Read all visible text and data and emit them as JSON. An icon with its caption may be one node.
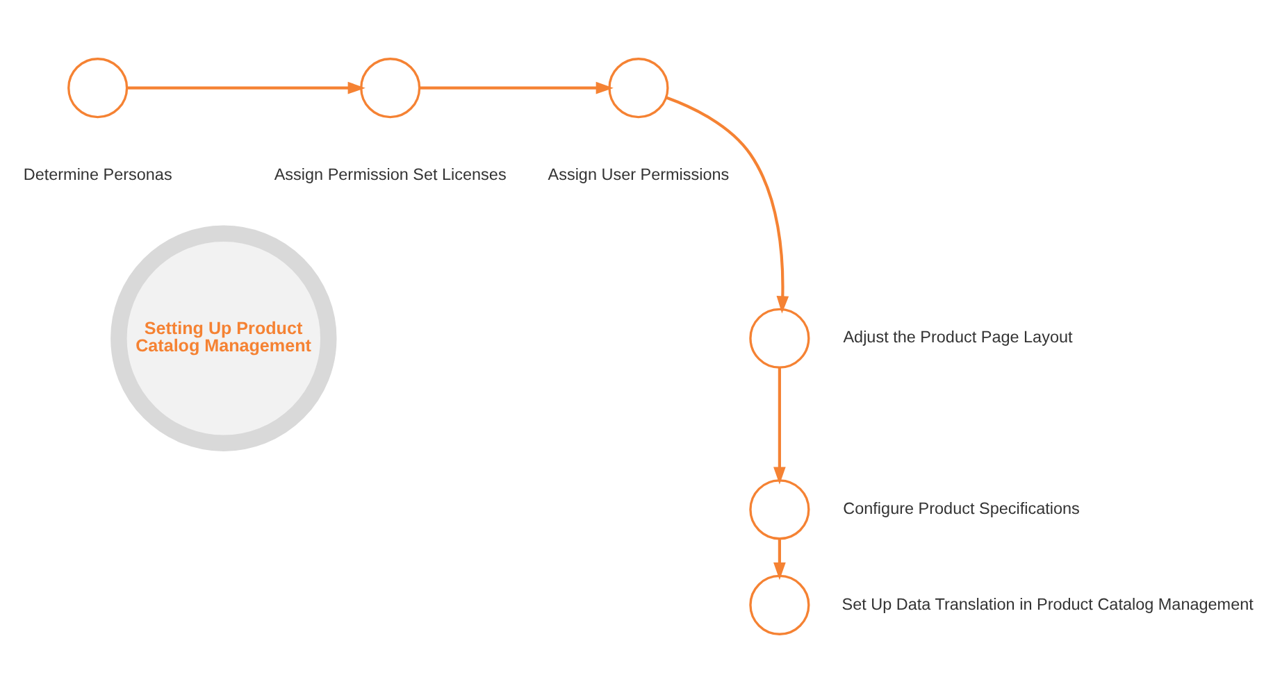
{
  "diagram": {
    "nodes": [
      {
        "text": [],
        "shape": "circle",
        "beside": [
          "Determine Personas"
        ]
      },
      {
        "text": [],
        "shape": "circle",
        "beside": [
          "Assign Permission Set Licenses"
        ]
      },
      {
        "text": [],
        "shape": "circle",
        "beside": [
          "Assign User Permissions"
        ]
      },
      {
        "text": [],
        "shape": "circle",
        "beside": [
          "Adjust the Product Page Layout"
        ]
      },
      {
        "text": [],
        "shape": "circle",
        "beside": [
          "Configure Product Specifications"
        ]
      },
      {
        "text": [],
        "shape": "circle",
        "beside": [
          "Set Up Data Translation in Product Catalog Management"
        ]
      },
      {
        "text": [
          "Setting Up Product Catalog Management"
        ]
      }
    ],
    "edges": [
      {
        "from": 0,
        "to": 1,
        "arrow": "to"
      },
      {
        "from": 1,
        "to": 2,
        "arrow": "to"
      },
      {
        "from": 2,
        "to": 3,
        "arrow": "to"
      },
      {
        "from": 3,
        "to": 4,
        "arrow": "to"
      },
      {
        "from": 4,
        "to": 5,
        "arrow": "to"
      }
    ]
  }
}
